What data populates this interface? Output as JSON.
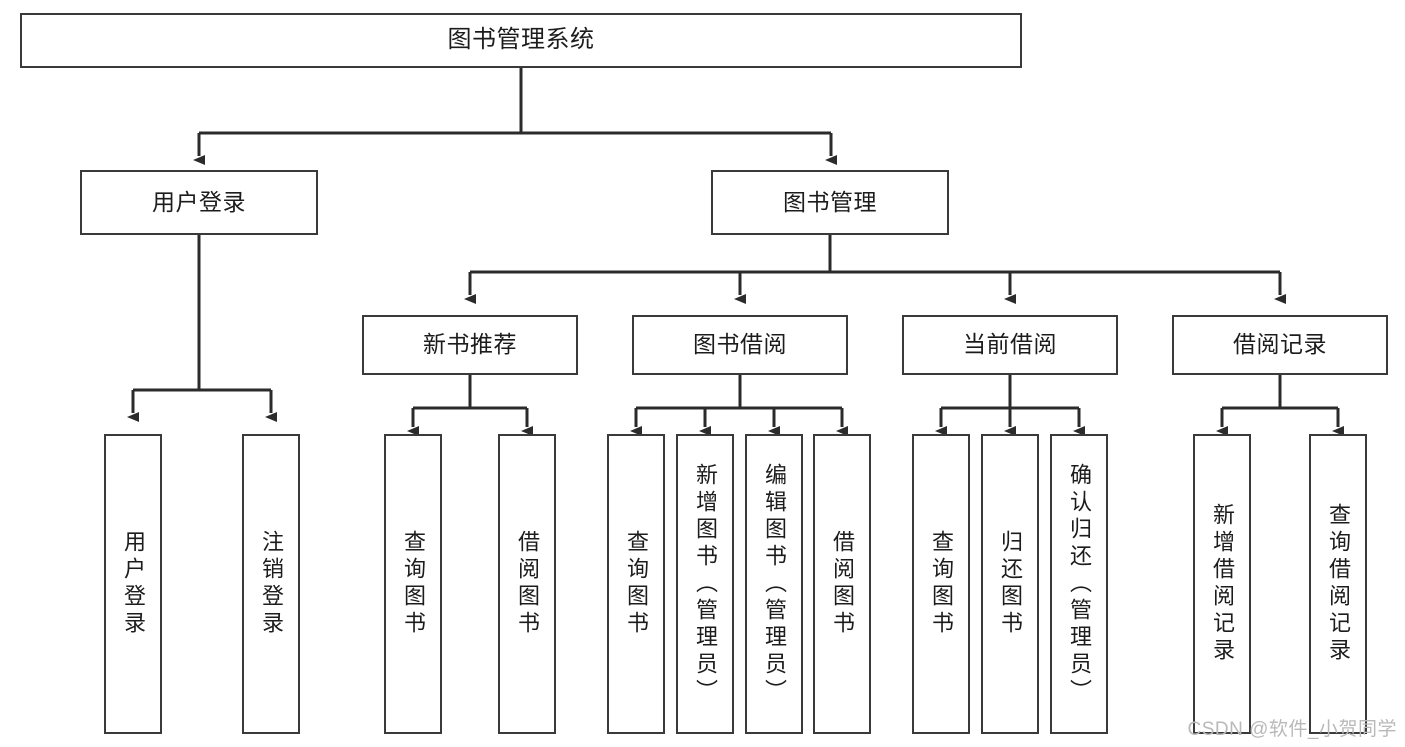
{
  "diagram": {
    "type": "tree-hierarchy",
    "title": "图书管理系统",
    "watermark": "CSDN @软件_小贺同学",
    "colors": {
      "box_border": "#3a3a3a",
      "box_fill": "#ffffff",
      "connector": "#2b2b2b",
      "text": "#1c1c1c",
      "watermark": "#b9b9b9",
      "background": "#ffffff"
    },
    "levels": {
      "level1": [
        "图书管理系统"
      ],
      "level2": [
        "用户登录",
        "图书管理"
      ],
      "level3": [
        "新书推荐",
        "图书借阅",
        "当前借阅",
        "借阅记录"
      ],
      "level4": [
        "用户登录",
        "注销登录",
        "查询图书",
        "借阅图书",
        "查询图书",
        "新增图书（管理员）",
        "编辑图书（管理员）",
        "借阅图书",
        "查询图书",
        "归还图书",
        "确认归还（管理员）",
        "新增借阅记录",
        "查询借阅记录"
      ]
    },
    "nodes": {
      "root": {
        "label": "图书管理系统"
      },
      "user_login": {
        "label": "用户登录"
      },
      "book_manage": {
        "label": "图书管理"
      },
      "new_book_rec": {
        "label": "新书推荐"
      },
      "book_borrow": {
        "label": "图书借阅"
      },
      "current_borrow": {
        "label": "当前借阅"
      },
      "borrow_record": {
        "label": "借阅记录"
      },
      "leaf_user_login": {
        "label": "用户登录"
      },
      "leaf_logout": {
        "label": "注销登录"
      },
      "leaf_query_book_1": {
        "label": "查询图书"
      },
      "leaf_borrow_book_1": {
        "label": "借阅图书"
      },
      "leaf_query_book_2": {
        "label": "查询图书"
      },
      "leaf_add_book_admin": {
        "label": "新增图书（管理员）"
      },
      "leaf_edit_book_admin": {
        "label": "编辑图书（管理员）"
      },
      "leaf_borrow_book_2": {
        "label": "借阅图书"
      },
      "leaf_query_book_3": {
        "label": "查询图书"
      },
      "leaf_return_book": {
        "label": "归还图书"
      },
      "leaf_confirm_return_admin": {
        "label": "确认归还（管理员）"
      },
      "leaf_add_borrow_record": {
        "label": "新增借阅记录"
      },
      "leaf_query_borrow_record": {
        "label": "查询借阅记录"
      }
    }
  }
}
